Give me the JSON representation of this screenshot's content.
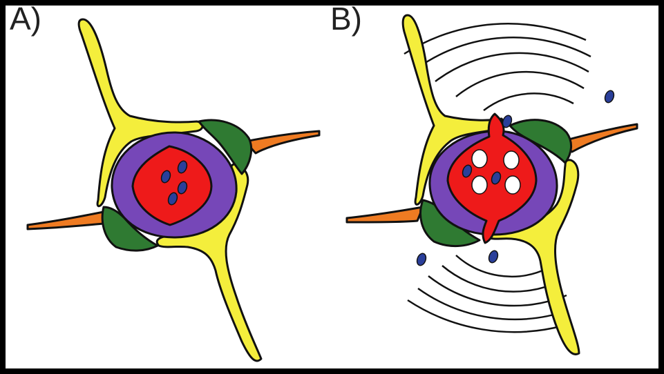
{
  "panels": [
    {
      "label": "A)"
    },
    {
      "label": "B)"
    }
  ],
  "colors": {
    "background": "#ffffff",
    "frame": "#000000",
    "process_yellow": "#f4ee3c",
    "process_orange": "#ef7b22",
    "lobe_green": "#2f7a32",
    "ring_purple": "#7647b8",
    "core_red": "#ee1a1a",
    "granule_blue": "#2a3f9a",
    "vesicle_white": "#ffffff",
    "outline": "#111111"
  },
  "icons": [
    "cell-diagram-resting",
    "cell-diagram-releasing",
    "signal-wave-arcs"
  ]
}
